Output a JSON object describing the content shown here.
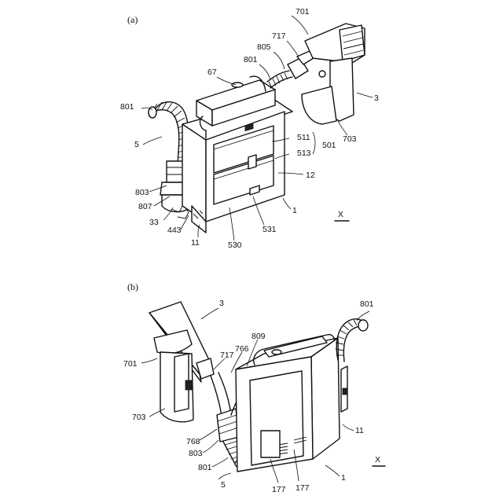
{
  "panel_a": {
    "caption": "(a)",
    "labels": {
      "l701": "701",
      "l717": "717",
      "l805": "805",
      "l801_top": "801",
      "l801_left": "801",
      "l67": "67",
      "l3": "3",
      "l5": "5",
      "l511": "511",
      "l501": "501",
      "l513": "513",
      "l12": "12",
      "l703": "703",
      "l803": "803",
      "l807": "807",
      "l33": "33",
      "l443": "443",
      "l11": "11",
      "l530": "530",
      "l531": "531",
      "l1": "1",
      "axis": "X"
    }
  },
  "panel_b": {
    "caption": "(b)",
    "labels": {
      "l3": "3",
      "l801_top": "801",
      "l701": "701",
      "l809": "809",
      "l766": "766",
      "l717": "717",
      "l703": "703",
      "l11": "11",
      "l768": "768",
      "l803": "803",
      "l801_bottom": "801",
      "l5": "5",
      "l177a": "177",
      "l177b": "177",
      "l1": "1",
      "axis": "X"
    }
  }
}
